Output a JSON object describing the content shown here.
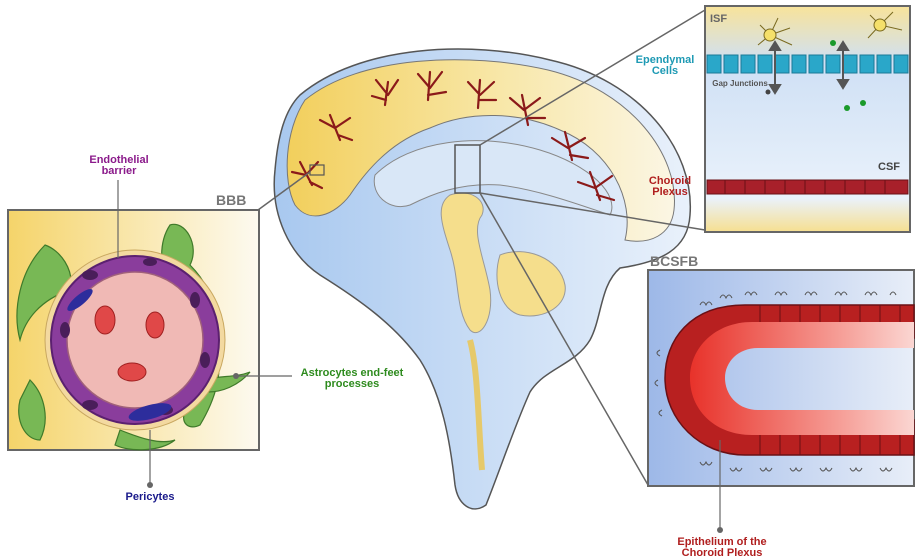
{
  "labels": {
    "endothelial": "Endothelial barrier",
    "bbb": "BBB",
    "astrocytes": "Astrocytes end-feet processes",
    "pericytes": "Pericytes",
    "isf": "ISF",
    "ependymal": "Ependymal Cells",
    "gap": "Gap Junctions",
    "csf": "CSF",
    "choroid": "Choroid Plexus",
    "bcsfb": "BCSFB",
    "epithelium": "Epithelium of the Choroid Plexus"
  },
  "colors": {
    "endothelial": "#8b1a8b",
    "astrocytes": "#2e8b1e",
    "pericytes": "#1a1a8b",
    "ependymal": "#1e9ab4",
    "choroid": "#b01e1e",
    "epithelium": "#b01e1e",
    "box_title": "#777777"
  }
}
